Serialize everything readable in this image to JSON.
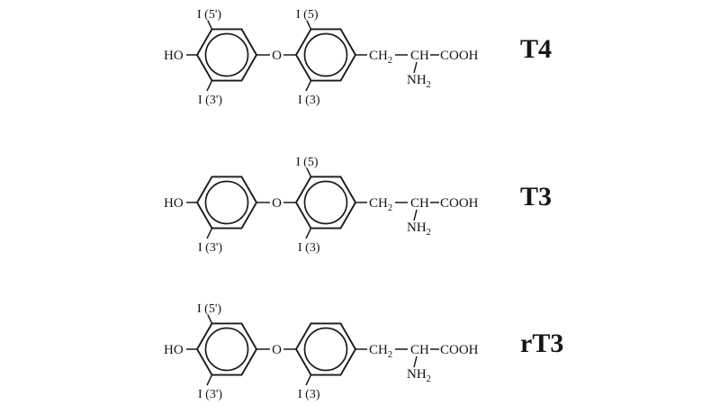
{
  "figure": {
    "background_color": "#ffffff",
    "line_color": "#1a1a1a",
    "description_labels": {
      "ho": "HO",
      "o": "O",
      "ch2_base": "CH",
      "ch2_sub": "2",
      "ch": "CH",
      "cooh": "COOH",
      "nh2_base": "NH",
      "nh2_sub": "2"
    }
  },
  "labels": {
    "ho": "HO",
    "o": "O",
    "ch2_base": "CH",
    "ch2_sub": "2",
    "ch": "CH",
    "cooh": "COOH",
    "nh2_base": "NH",
    "nh2_sub": "2"
  },
  "structures": [
    {
      "name": "T4",
      "label": "T4",
      "left_ring": {
        "top_iodine": "I (5')",
        "bottom_iodine": "I (3')"
      },
      "right_ring": {
        "top_iodine": "I (5)",
        "bottom_iodine": "I (3)"
      }
    },
    {
      "name": "T3",
      "label": "T3",
      "left_ring": {
        "bottom_iodine": "I (3')"
      },
      "right_ring": {
        "top_iodine": "I (5)",
        "bottom_iodine": "I (3)"
      }
    },
    {
      "name": "rT3",
      "label": "rT3",
      "left_ring": {
        "top_iodine": "I (5')",
        "bottom_iodine": "I (3')"
      },
      "right_ring": {
        "bottom_iodine": "I (3)"
      }
    }
  ]
}
